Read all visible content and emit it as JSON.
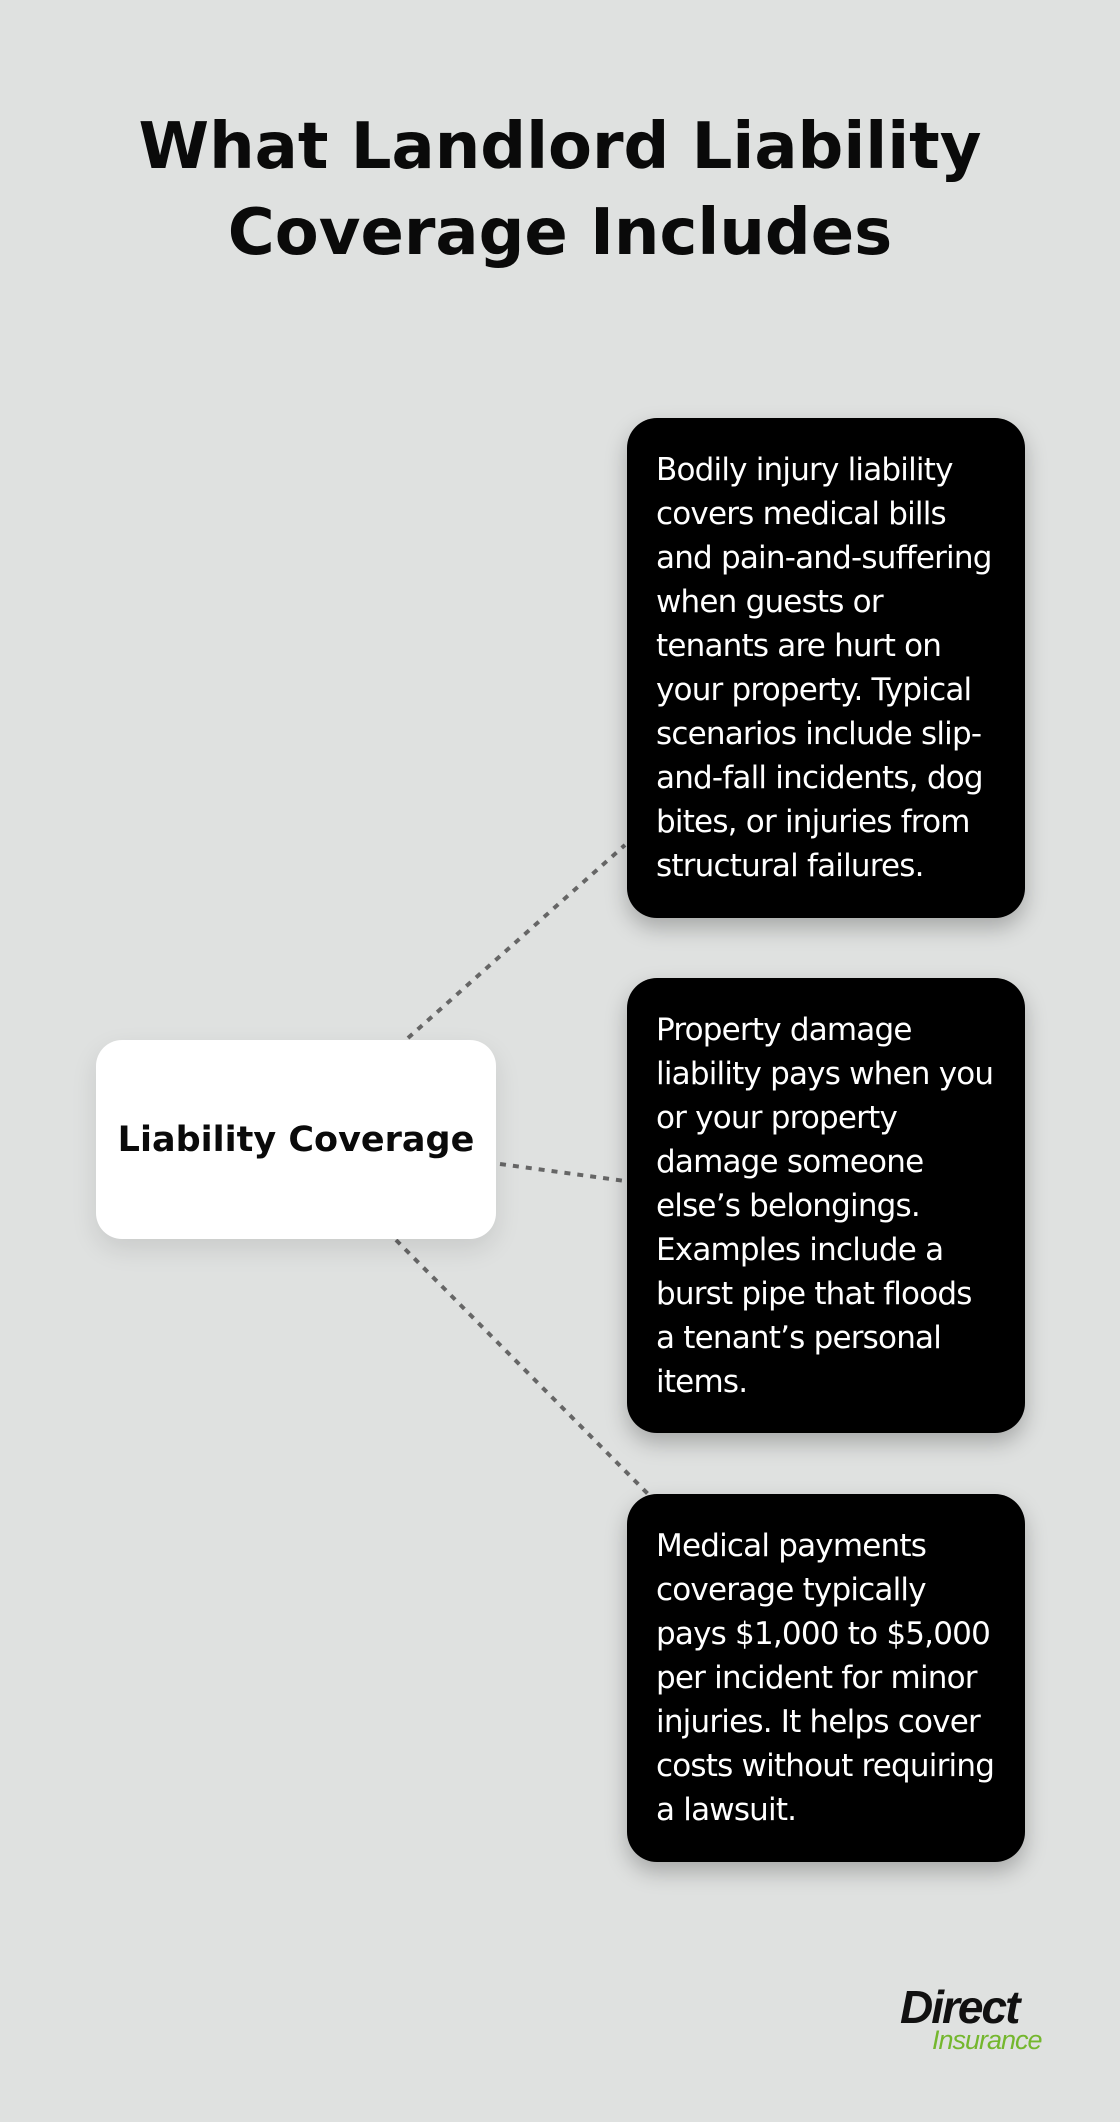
{
  "title": {
    "line1": "What Landlord Liability",
    "line2": "Coverage Includes"
  },
  "center": {
    "label": "Liability Coverage"
  },
  "cards": [
    {
      "text": "Bodily injury liability covers medical bills and pain-and-suffering when guests or tenants are hurt on your property. Typical scenarios include slip-and-fall incidents, dog bites, or injuries from structural failures."
    },
    {
      "text": "Property damage liability pays when you or your property damage someone else’s belongings. Examples include a burst pipe that floods a tenant’s personal items."
    },
    {
      "text": "Medical payments coverage typically pays $1,000 to $5,000 per incident for minor injuries. It helps cover costs without requiring a lawsuit."
    }
  ],
  "logo": {
    "brand": "Direct",
    "sub": "Insurance"
  },
  "colors": {
    "background": "#dfe1e0",
    "card": "#000000",
    "center_node": "#ffffff",
    "connector": "#666666",
    "logo_accent": "#74b72e"
  }
}
